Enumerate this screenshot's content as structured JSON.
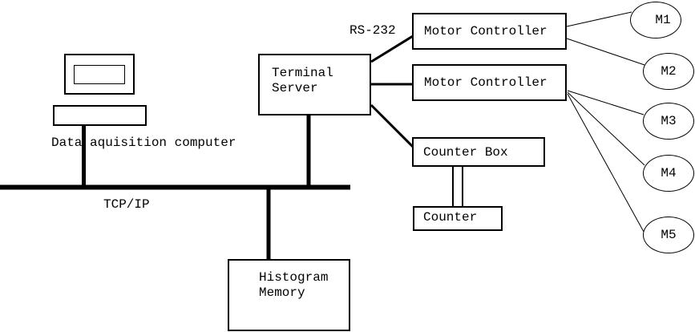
{
  "colors": {
    "background": "#ffffff",
    "line": "#000000",
    "text": "#000000"
  },
  "labels": {
    "computer_caption": "Data aquisition computer",
    "bus": "TCP/IP",
    "serial": "RS-232"
  },
  "nodes": {
    "terminal_server": "Terminal\nServer",
    "motor_controller_1": "Motor Controller",
    "motor_controller_2": "Motor Controller",
    "counter_box": "Counter Box",
    "counter": "Counter",
    "histogram_memory": "Histogram\nMemory"
  },
  "motors": [
    {
      "label": "M1"
    },
    {
      "label": "M2"
    },
    {
      "label": "M3"
    },
    {
      "label": "M4"
    },
    {
      "label": "M5"
    }
  ]
}
